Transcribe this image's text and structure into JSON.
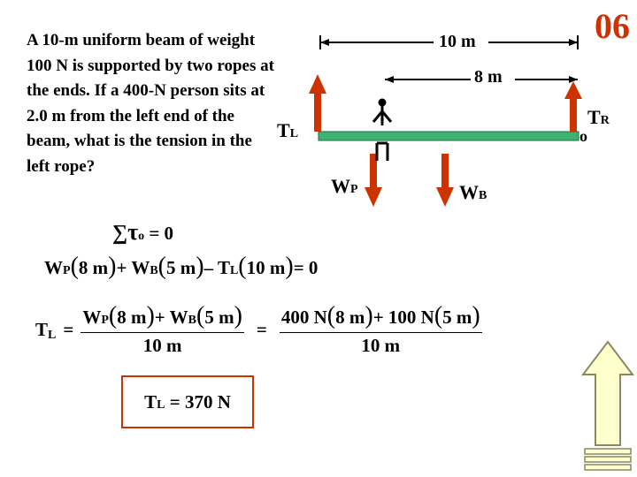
{
  "slide_number": "06",
  "problem_text": "A 10-m uniform beam of weight 100 N is supported by two ropes at the ends. If a 400-N person sits at 2.0 m from the left end of the beam, what is the tension in the left rope?",
  "diagram": {
    "length_total": "10 m",
    "length_partial": "8 m",
    "pivot_label": "o",
    "forces": {
      "left_tension": {
        "symbol": "T",
        "sub": "L"
      },
      "right_tension": {
        "symbol": "T",
        "sub": "R"
      },
      "person_weight": {
        "symbol": "W",
        "sub": "P"
      },
      "beam_weight": {
        "symbol": "W",
        "sub": "B"
      }
    },
    "colors": {
      "arrow": "#cc3300",
      "beam": "#3cb371",
      "person": "#000000"
    }
  },
  "equations": {
    "sum_torque": {
      "prefix": "∑",
      "tau": "τ",
      "sub": "o",
      "rhs": "= 0"
    },
    "torque_balance": {
      "t1_sym": "W",
      "t1_sub": "P",
      "t1_arg": "8 m",
      "plus": "+",
      "t2_sym": "W",
      "t2_sub": "B",
      "t2_arg": "5 m",
      "minus": "–",
      "t3_sym": "T",
      "t3_sub": "L",
      "t3_arg": "10 m",
      "rhs": "= 0"
    },
    "solve": {
      "lhs_sym": "T",
      "lhs_sub": "L",
      "equals": "=",
      "num1_sym1": "W",
      "num1_sub1": "P",
      "num1_arg1": "8 m",
      "num1_plus": "+",
      "num1_sym2": "W",
      "num1_sub2": "B",
      "num1_arg2": "5 m",
      "den1": "10 m",
      "equals2": "=",
      "num2_val1": "400 N",
      "num2_arg1": "8 m",
      "num2_plus": "+",
      "num2_val2": "100 N",
      "num2_arg2": "5 m",
      "den2": "10 m"
    },
    "answer": {
      "sym": "T",
      "sub": "L",
      "rhs": "= 370 N"
    }
  }
}
